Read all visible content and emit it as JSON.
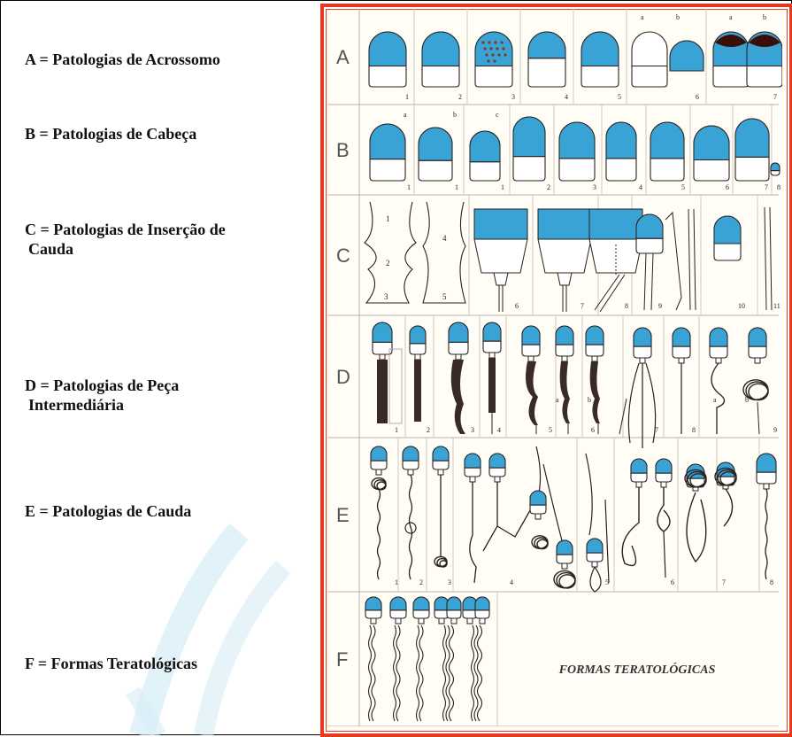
{
  "legend": [
    {
      "key": "A",
      "text": "A = Patologias de Acrossomo"
    },
    {
      "key": "B",
      "text": "B = Patologias de Cabeça"
    },
    {
      "key": "C",
      "text": "C = Patologias de Inserção de",
      "text2": "Cauda"
    },
    {
      "key": "D",
      "text": "D = Patologias de Peça",
      "text2": "Intermediária"
    },
    {
      "key": "E",
      "text": "E = Patologias de Cauda"
    },
    {
      "key": "F",
      "text": "F = Formas Teratológicas"
    }
  ],
  "figure": {
    "row_letters": [
      "A",
      "B",
      "C",
      "D",
      "E",
      "F"
    ],
    "caption": "FORMAS TERATOLÓGICAS",
    "row_a_numbers": [
      "1",
      "2",
      "3",
      "4",
      "5",
      "6",
      "7"
    ],
    "row_a_sub": [
      "a",
      "b",
      "a",
      "b"
    ],
    "row_b_numbers": [
      "1",
      "1",
      "1",
      "2",
      "3",
      "4",
      "5",
      "6",
      "7",
      "8"
    ],
    "row_b_sub": [
      "a",
      "b",
      "c"
    ],
    "row_c_numbers": [
      "1",
      "2",
      "3",
      "4",
      "5",
      "6",
      "7",
      "8",
      "9",
      "10",
      "11"
    ],
    "row_d_numbers": [
      "1",
      "2",
      "3",
      "4",
      "5",
      "6",
      "7",
      "8",
      "9"
    ],
    "row_d_sub": [
      "a",
      "b",
      "a",
      "b"
    ],
    "row_e_numbers": [
      "1",
      "2",
      "3",
      "4",
      "5",
      "6",
      "7",
      "8"
    ],
    "colors": {
      "head": "#3aa3d6",
      "border": "#e53a1f",
      "ink": "#2a211c",
      "dark": "#3a0f08",
      "paper": "#fffdf6"
    }
  }
}
